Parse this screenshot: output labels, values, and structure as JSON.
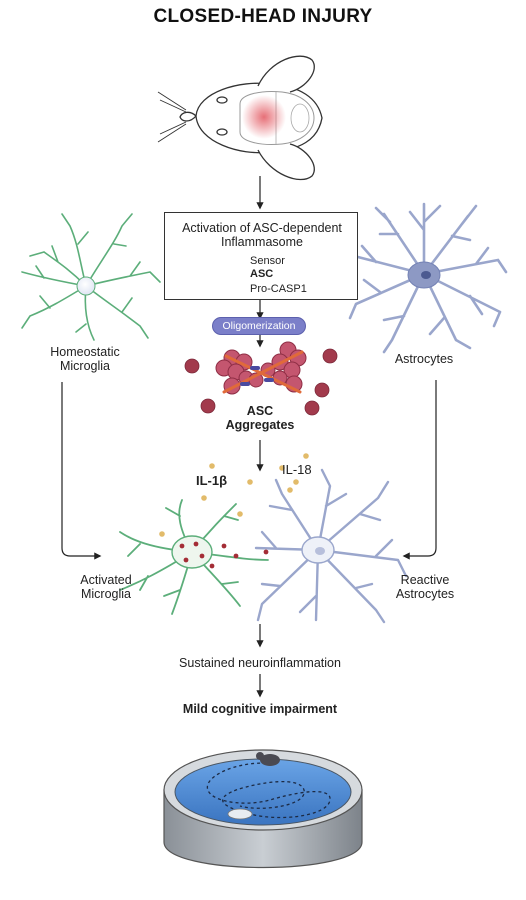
{
  "title": "CLOSED-HEAD INJURY",
  "box": {
    "title_line1": "Activation of ASC-dependent",
    "title_line2": "Inflammasome",
    "legend": [
      {
        "label": "Sensor",
        "color": "#9b3b55"
      },
      {
        "label": "ASC",
        "color": "#a23a4c"
      },
      {
        "label": "Pro-CASP1",
        "color": "#5153a0"
      }
    ]
  },
  "oligomerization": "Oligomerization",
  "asc_aggregates": {
    "line1": "ASC",
    "line2": "Aggregates"
  },
  "homeostatic_microglia": {
    "line1": "Homeostatic",
    "line2": "Microglia"
  },
  "astrocytes": "Astrocytes",
  "cytokines": {
    "il1b": "IL-1β",
    "il18": "IL-18"
  },
  "activated_microglia": {
    "line1": "Activated",
    "line2": "Microglia"
  },
  "reactive_astrocytes": {
    "line1": "Reactive",
    "line2": "Astrocytes"
  },
  "sustained": "Sustained neuroinflammation",
  "outcome": "Mild cognitive impairment",
  "colors": {
    "microglia": "#5cae7a",
    "astrocyte": "#9aa6cc",
    "aggregate": "#a23a4c",
    "dot_gold": "#e2bb6a",
    "dot_red": "#a42d36",
    "water": "#4b8bd3"
  }
}
